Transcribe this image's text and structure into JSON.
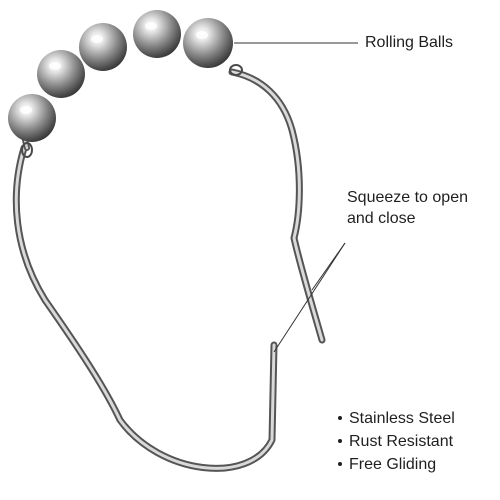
{
  "callouts": {
    "rolling_balls": "Rolling Balls",
    "squeeze": "Squeeze to open and close"
  },
  "features": [
    "Stainless Steel",
    "Rust Resistant",
    "Free Gliding"
  ],
  "colors": {
    "background": "#ffffff",
    "text": "#1f1f1f",
    "leader_line": "#333333",
    "metal_light": "#e9e9e9",
    "metal_mid": "#9a9a9a",
    "metal_dark": "#3f3f3f"
  }
}
